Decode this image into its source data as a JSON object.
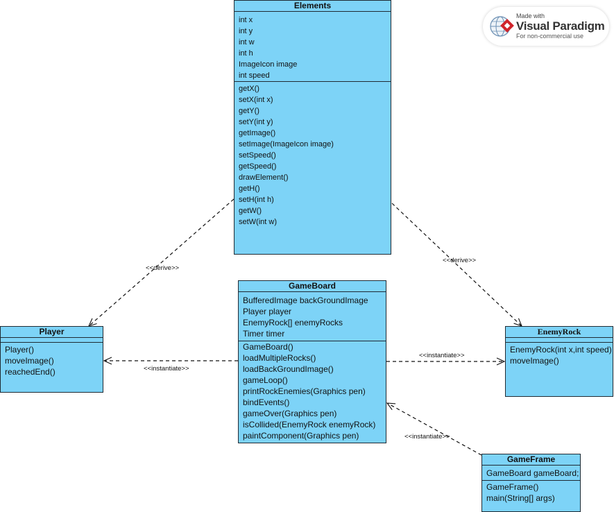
{
  "colors": {
    "class_fill": "#7dd3f7",
    "border": "#1f2a33",
    "edge": "#111111",
    "logo_red": "#d0242b"
  },
  "classes": {
    "elements": {
      "name": "Elements",
      "attributes": [
        "int x",
        "int y",
        "int w",
        "int h",
        "ImageIcon image",
        "int speed"
      ],
      "methods": [
        "getX()",
        "setX(int x)",
        "getY()",
        "setY(int y)",
        "getImage()",
        "setImage(ImageIcon image)",
        "setSpeed()",
        "getSpeed()",
        "drawElement()",
        "getH()",
        "setH(int h)",
        "getW()",
        "setW(int w)"
      ]
    },
    "gameboard": {
      "name": "GameBoard",
      "attributes": [
        "BufferedImage backGroundImage",
        "Player player",
        "EnemyRock[] enemyRocks",
        "Timer timer"
      ],
      "methods": [
        "GameBoard()",
        "loadMultipleRocks()",
        "loadBackGroundImage()",
        "gameLoop()",
        "printRockEnemies(Graphics pen)",
        "bindEvents()",
        "gameOver(Graphics pen)",
        "isCollided(EnemyRock enemyRock)",
        "paintComponent(Graphics pen)"
      ]
    },
    "player": {
      "name": "Player",
      "methods": [
        "Player()",
        "moveImage()",
        "reachedEnd()"
      ]
    },
    "enemyrock": {
      "name": "EnemyRock",
      "methods": [
        "EnemyRock(int x,int speed)",
        "moveImage()"
      ]
    },
    "gameframe": {
      "name": "GameFrame",
      "attributes": [
        "GameBoard gameBoard;"
      ],
      "methods": [
        "GameFrame()",
        "main(String[] args)"
      ]
    }
  },
  "relations": {
    "elements_player": "<<derive>>",
    "elements_enemyrock": "<<derive>>",
    "gameboard_player": "<<instantiate>>",
    "gameboard_enemyrock": "<<instantiate>>",
    "gameframe_gameboard": "<<instantiate>>"
  },
  "watermark": {
    "made_with": "Made with",
    "brand": "Visual Paradigm",
    "note": "For non-commercial use"
  }
}
